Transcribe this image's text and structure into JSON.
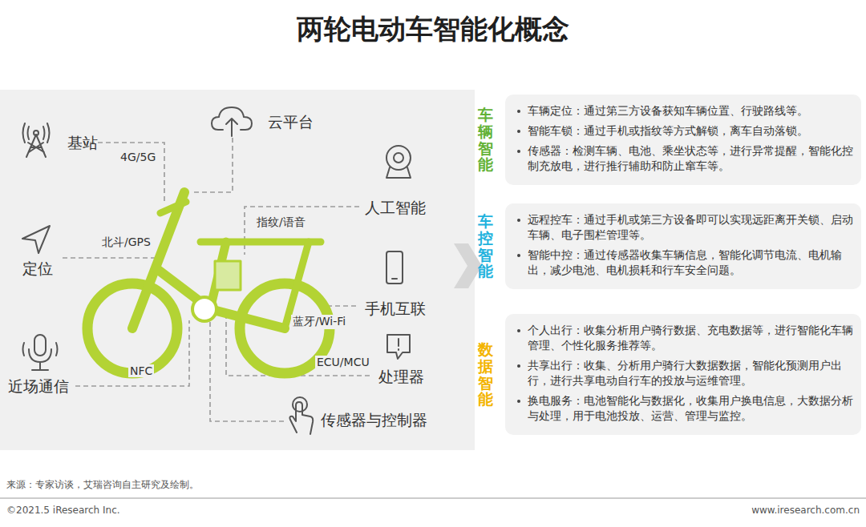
{
  "diagram": {
    "title": "两轮电动车智能化概念",
    "nodes": [
      {
        "text": [
          "车辆智能",
          "车辆定位：通过第三方设备获知车辆位置、行驶路线等。",
          "智能车锁：通过手机或指纹等方式解锁，离车自动落锁。",
          "传感器：检测车辆、电池、乘坐状态等，进行异常提醒，智能化控制充放电，进行推行辅助和防止窜车等。"
        ]
      },
      {
        "text": [
          "车控智能",
          "远程控车：通过手机或第三方设备即可以实现远距离开关锁、启动车辆、电子围栏管理等。",
          "智能中控：通过传感器收集车辆信息，智能化调节电流、电机输出，减少电池、电机损耗和行车安全问题。"
        ]
      },
      {
        "text": [
          "数据智能",
          "个人出行：收集分析用户骑行数据、充电数据等，进行智能化车辆管理、个性化服务推荐等。",
          "共享出行：收集、分析用户骑行大数据数据，智能化预测用户出行，进行共享电动自行车的投放与运维管理。",
          "换电服务：电池智能化与数据化，收集用户换电信息，大数据分析与处理，用于电池投放、运营、管理与监控。"
        ]
      }
    ],
    "labels": [
      "基站",
      "4G/5G",
      "云平台",
      "人工智能",
      "指纹/语音",
      "北斗/GPS",
      "定位",
      "手机互联",
      "蓝牙/Wi-Fi",
      "近场通信",
      "NFC",
      "ECU/MCU",
      "处理器",
      "传感器与控制器",
      "来源：专家访谈，艾瑞咨询自主研究及绘制。",
      "©2021.5 iResearch Inc.",
      "www.iresearch.com.cn"
    ]
  }
}
